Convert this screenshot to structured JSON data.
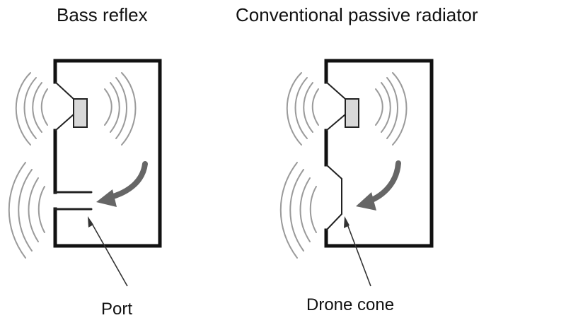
{
  "diagram": {
    "left_title": "Bass reflex",
    "right_title": "Conventional passive radiator",
    "left_label": "Port",
    "right_label": "Drone cone"
  },
  "colors": {
    "line": "#111111",
    "driver_fill": "#d8d8d8",
    "wave": "#9a9a9a",
    "arrow": "#666666"
  }
}
